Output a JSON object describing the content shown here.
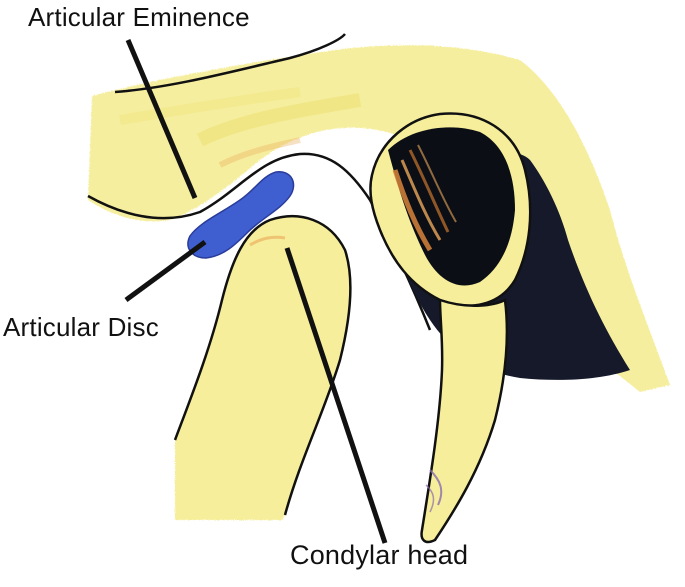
{
  "labels": {
    "articular_eminence": "Articular Eminence",
    "articular_disc": "Articular Disc",
    "condylar_head": "Condylar head"
  },
  "colors": {
    "bone_fill": "#f6ee9a",
    "bone_shade": "#efe27a",
    "orange_tint": "#e9a85a",
    "outline": "#111111",
    "disc_fill": "#3f5fd0",
    "disc_outline": "#2a3c9a",
    "dark_fill": "#15192a",
    "background": "#ffffff"
  }
}
